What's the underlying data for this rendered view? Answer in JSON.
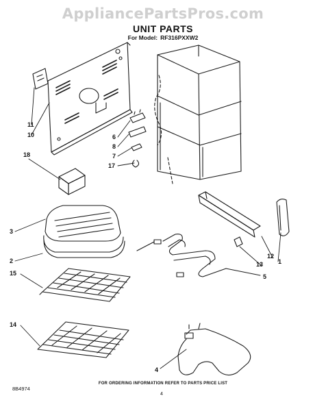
{
  "watermark": "AppliancePartsPros.com",
  "title": "UNIT PARTS",
  "model_label": "For Model:",
  "model_number": "RF316PXXW2",
  "footer_note": "FOR ORDERING INFORMATION REFER TO PARTS PRICE LIST",
  "document_number": "8B4974",
  "page_number": "4",
  "callouts": {
    "c11": "11",
    "c10": "10",
    "c18": "18",
    "c6": "6",
    "c8": "8",
    "c7": "7",
    "c17": "17",
    "c3": "3",
    "c2": "2",
    "c15": "15",
    "c14": "14",
    "c4": "4",
    "c5": "5",
    "c13": "13",
    "c12": "12",
    "c1": "1"
  },
  "colors": {
    "line": "#1a1a1a",
    "watermark": "#cfcfcf"
  }
}
